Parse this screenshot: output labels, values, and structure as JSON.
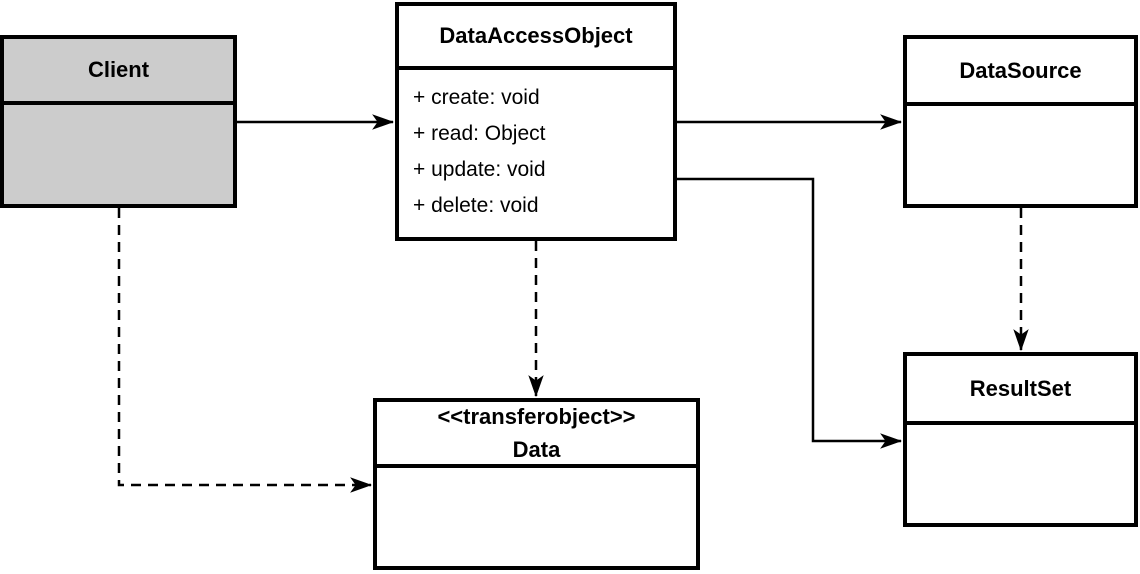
{
  "diagram": {
    "type": "uml-class-diagram",
    "colors": {
      "stroke": "#000000",
      "node_fill": "#ffffff",
      "client_fill": "#cccccc",
      "background": "#ffffff"
    },
    "nodes": {
      "client": {
        "name": "Client",
        "stereotype": "",
        "methods": []
      },
      "dao": {
        "name": "DataAccessObject",
        "stereotype": "",
        "methods": [
          "+ create: void",
          "+ read: Object",
          "+ update: void",
          "+ delete: void"
        ]
      },
      "datasource": {
        "name": "DataSource",
        "stereotype": "",
        "methods": []
      },
      "resultset": {
        "name": "ResultSet",
        "stereotype": "",
        "methods": []
      },
      "data": {
        "name": "Data",
        "stereotype": "<<transferobject>>",
        "methods": []
      }
    },
    "edges": [
      {
        "from": "Client",
        "to": "DataAccessObject",
        "line": "solid",
        "arrowhead": "filled"
      },
      {
        "from": "DataAccessObject",
        "to": "DataSource",
        "line": "solid",
        "arrowhead": "filled"
      },
      {
        "from": "DataAccessObject",
        "to": "ResultSet",
        "line": "solid",
        "arrowhead": "filled"
      },
      {
        "from": "DataAccessObject",
        "to": "Data",
        "line": "dashed",
        "arrowhead": "filled"
      },
      {
        "from": "DataSource",
        "to": "ResultSet",
        "line": "dashed",
        "arrowhead": "filled"
      },
      {
        "from": "Client",
        "to": "Data",
        "line": "dashed",
        "arrowhead": "filled"
      }
    ]
  }
}
